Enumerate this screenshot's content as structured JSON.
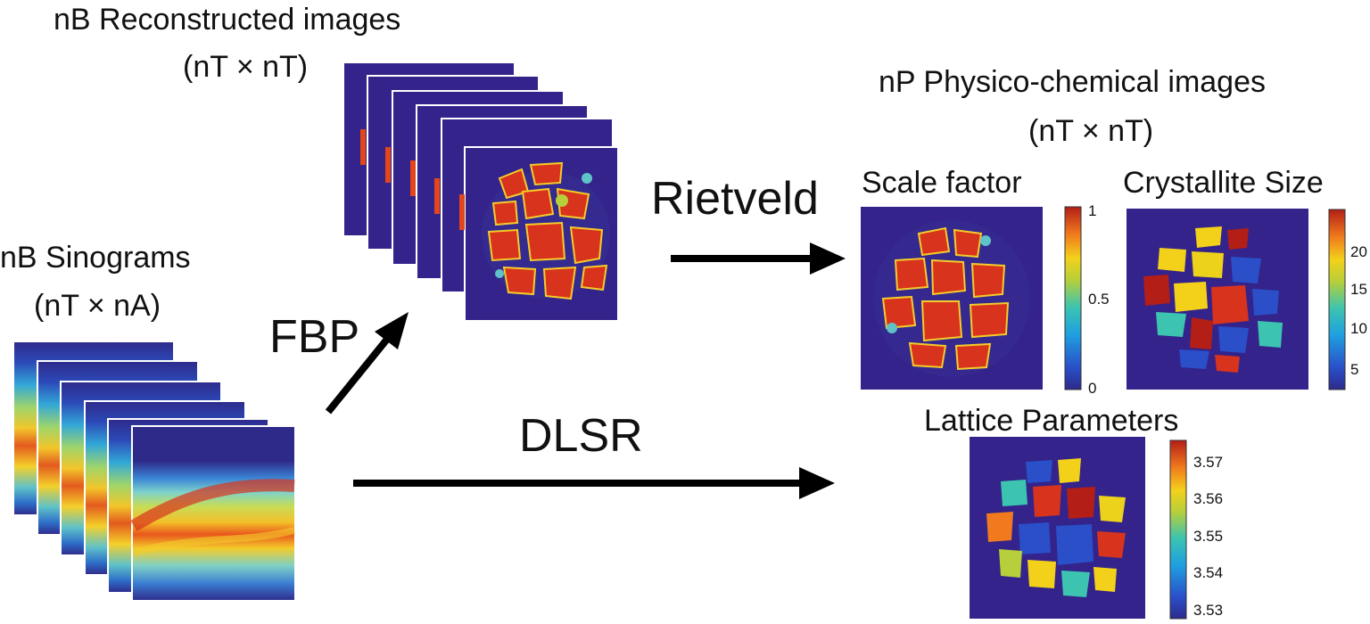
{
  "labels": {
    "reconstructed_title": "nB Reconstructed images",
    "reconstructed_dims": "(nT × nT)",
    "sinograms_title": "nB Sinograms",
    "sinograms_dims": "(nT × nA)",
    "physico_title": "nP Physico-chemical images",
    "physico_dims": "(nT × nT)",
    "fbp": "FBP",
    "rietveld": "Rietveld",
    "dlsr": "DLSR",
    "scale_factor": "Scale factor",
    "crystallite_size": "Crystallite Size",
    "lattice_parameters": "Lattice Parameters"
  },
  "colorbars": {
    "scale_factor": {
      "ticks": [
        "1",
        "0.5",
        "0"
      ]
    },
    "crystallite_size": {
      "ticks": [
        "20",
        "15",
        "10",
        "5"
      ]
    },
    "lattice_parameters": {
      "ticks": [
        "3.57",
        "3.56",
        "3.55",
        "3.54",
        "3.53"
      ]
    }
  },
  "colors": {
    "background_navy": "#33238a",
    "grain_red": "#d8331c",
    "arrow": "#000000"
  }
}
